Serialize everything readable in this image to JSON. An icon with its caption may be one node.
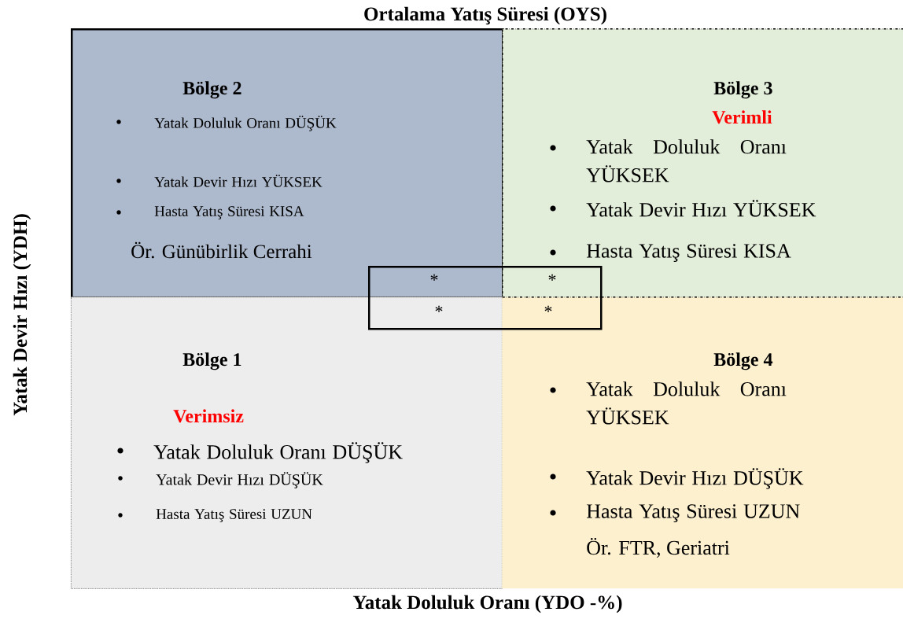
{
  "diagram": {
    "nodes": [
      {
        "text": [
          "Bölge 2",
          "Yatak Doluluk Oranı DÜŞÜK",
          "Yatak Devir Hızı YÜKSEK",
          "Hasta Yatış Süresi KISA",
          "Ör. Günübirlik Cerrahi"
        ]
      },
      {
        "text": [
          "Bölge 3",
          "Verimli",
          "Yatak Doluluk Oranı YÜKSEK",
          "Yatak Devir Hızı  YÜKSEK",
          "Hasta Yatış Süresi KISA"
        ]
      },
      {
        "text": [
          "Bölge 1",
          "Verimsiz",
          "Yatak Doluluk Oranı DÜŞÜK",
          "Yatak Devir Hızı DÜŞÜK",
          "Hasta Yatış Süresi UZUN"
        ]
      },
      {
        "text": [
          "Bölge 4",
          "Yatak Doluluk Oranı YÜKSEK",
          "Yatak Devir Hızı DÜŞÜK",
          "Hasta Yatış Süresi UZUN",
          "Ör. FTR, Geriatri"
        ]
      },
      {
        "text": [
          "*",
          "*",
          "*",
          "*"
        ]
      }
    ],
    "labels": [
      "Ortalama Yatış Süresi (OYS)",
      "Yatak Devir Hızı (YDH)",
      "Yatak Doluluk Oranı (YDO -%)"
    ]
  }
}
